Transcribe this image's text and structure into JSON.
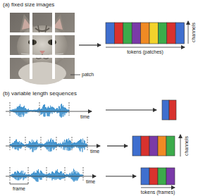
{
  "diagram": {
    "labels": [
      "(a) fixed size images",
      "patch",
      "channels",
      "tokens (patches)",
      "(b) variable length sequences",
      "time",
      "time",
      "time",
      "frame",
      "channels",
      "tokens (frames)"
    ]
  }
}
